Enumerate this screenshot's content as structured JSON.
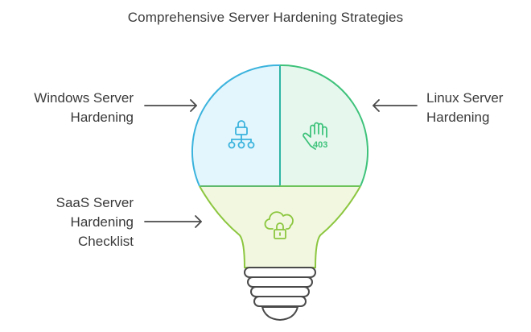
{
  "title": "Comprehensive Server Hardening Strategies",
  "sections": {
    "windows": {
      "lines": [
        "Windows Server",
        "Hardening"
      ],
      "icon": "network-lock-icon",
      "color": "#3bb3dd",
      "fill": "#e3f6fd"
    },
    "linux": {
      "lines": [
        "Linux Server",
        "Hardening"
      ],
      "icon": "hand-403-icon",
      "badge": "403",
      "color": "#3ec27a",
      "fill": "#e6f8ee"
    },
    "saas": {
      "lines": [
        "SaaS Server",
        "Hardening",
        "Checklist"
      ],
      "icon": "cloud-lock-icon",
      "color": "#8cc63f",
      "fill": "#f1f8df"
    }
  }
}
